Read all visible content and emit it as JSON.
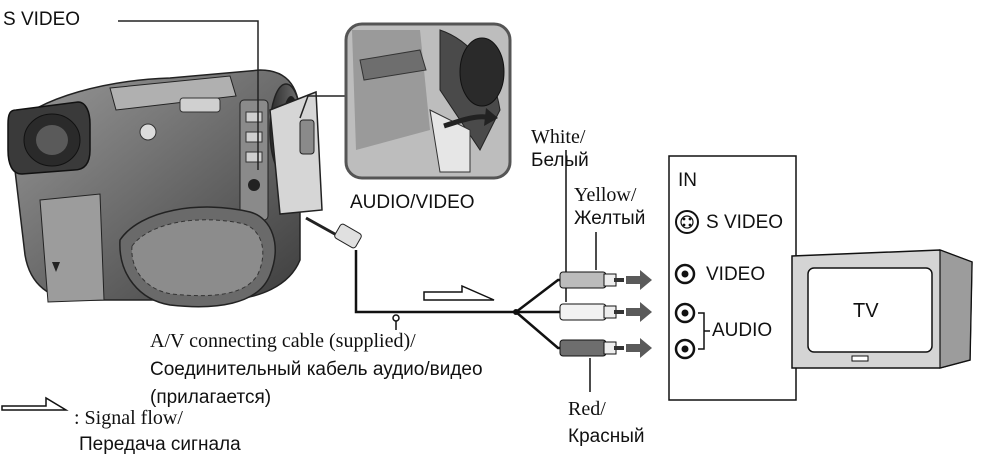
{
  "labels": {
    "s_video_top": "S VIDEO",
    "audio_video_jack": "AUDIO/VIDEO",
    "white_en": "White/",
    "white_ru": "Белый",
    "yellow_en": "Yellow/",
    "yellow_ru": "Желтый",
    "red_en": "Red/",
    "red_ru": "Красный",
    "cable_en": "A/V connecting cable (supplied)/",
    "cable_ru_1": "Соединительный кабель аудио/видео",
    "cable_ru_2": "(прилагается)",
    "signal_en": ": Signal flow/",
    "signal_ru": "Передача сигнала"
  },
  "tv_panel": {
    "heading": "IN",
    "s_video": "S VIDEO",
    "video": "VIDEO",
    "audio": "AUDIO"
  },
  "tv": {
    "label": "TV"
  },
  "colors": {
    "ink": "#111111",
    "arrow": "#5a5a5a",
    "body_light": "#bdbdbd",
    "body_dark": "#6e6e6e"
  },
  "icons": [
    "camcorder-illustration",
    "jack-cover-inset",
    "signal-arrow-icon",
    "tv-set-icon",
    "s-video-port-icon",
    "rca-port-icon"
  ]
}
